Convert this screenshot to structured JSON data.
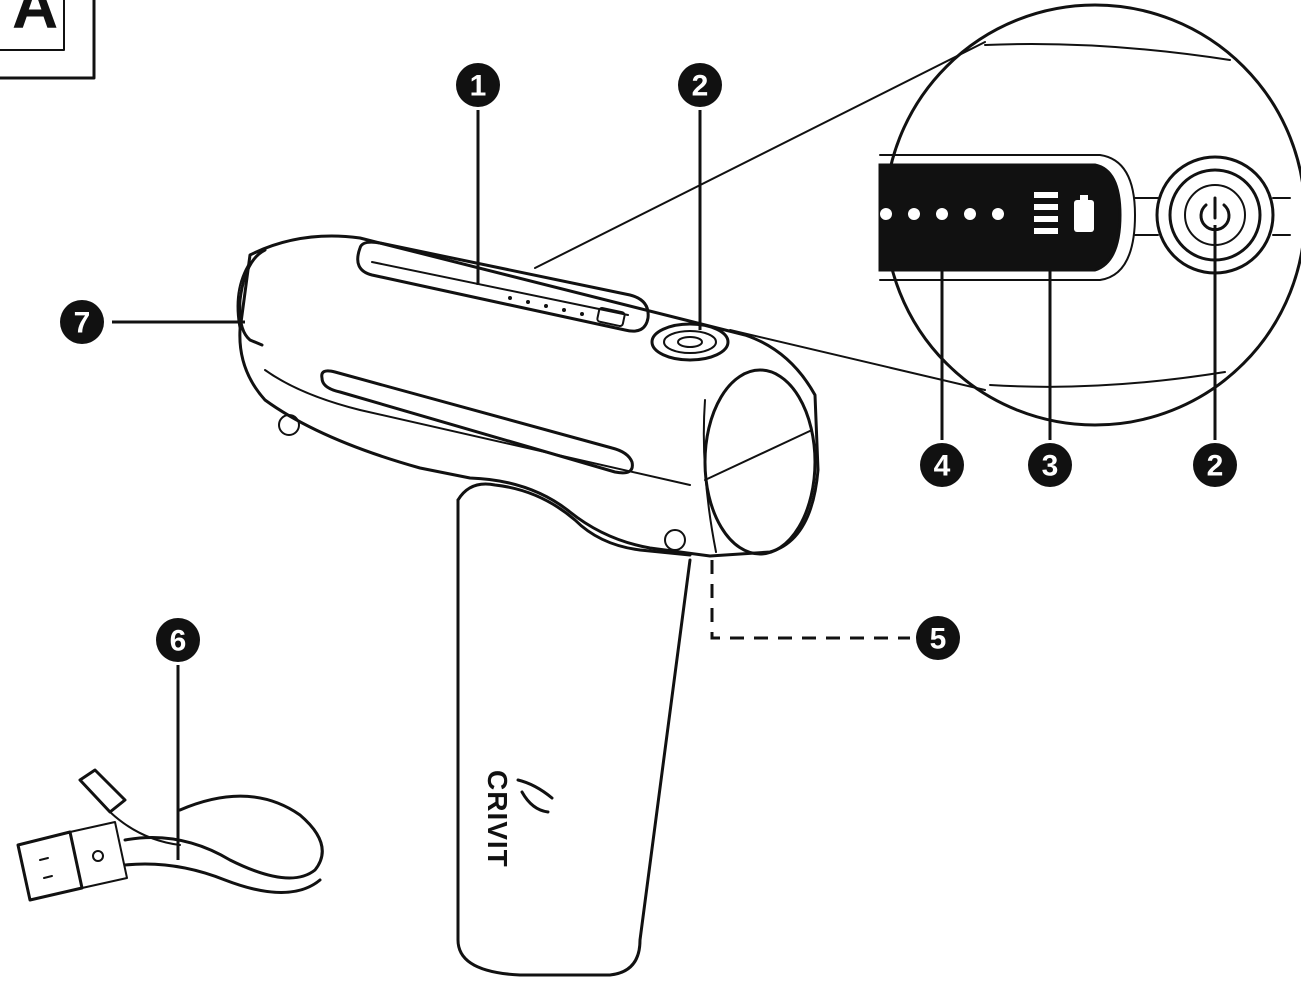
{
  "panel_label": "A",
  "brand": "CRIVIT",
  "callouts": [
    {
      "id": "callout-1",
      "label": "1"
    },
    {
      "id": "callout-2-top",
      "label": "2"
    },
    {
      "id": "callout-2-bottom",
      "label": "2"
    },
    {
      "id": "callout-3",
      "label": "3"
    },
    {
      "id": "callout-4",
      "label": "4"
    },
    {
      "id": "callout-5",
      "label": "5"
    },
    {
      "id": "callout-6",
      "label": "6"
    },
    {
      "id": "callout-7",
      "label": "7"
    }
  ],
  "icons": {
    "power": "power-icon",
    "battery": "battery-icon",
    "usb": "usb-icon"
  }
}
